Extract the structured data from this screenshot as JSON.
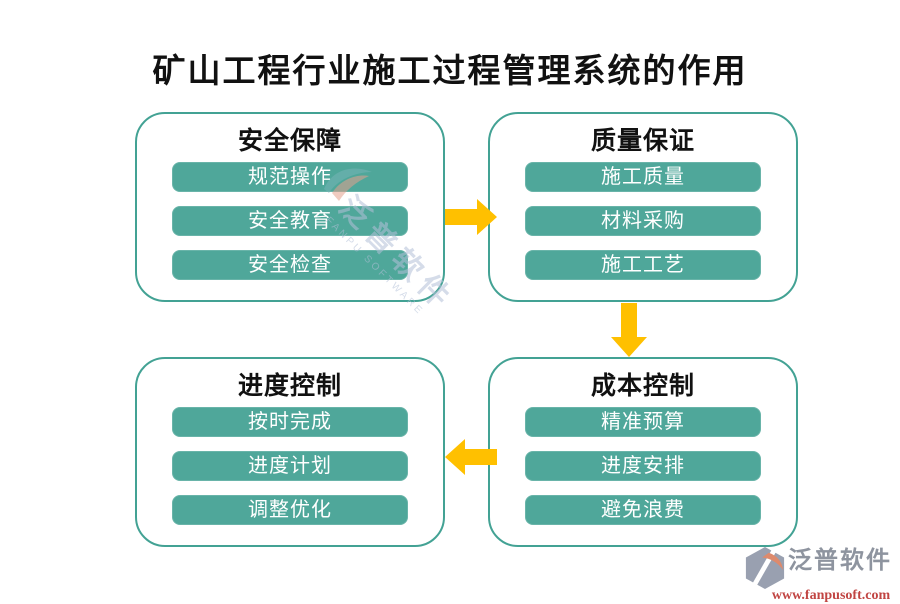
{
  "title": "矿山工程行业施工过程管理系统的作用",
  "boxes": [
    {
      "id": "safety",
      "header": "安全保障",
      "items": [
        "规范操作",
        "安全教育",
        "安全检查"
      ]
    },
    {
      "id": "quality",
      "header": "质量保证",
      "items": [
        "施工质量",
        "材料采购",
        "施工工艺"
      ]
    },
    {
      "id": "progress",
      "header": "进度控制",
      "items": [
        "按时完成",
        "进度计划",
        "调整优化"
      ]
    },
    {
      "id": "cost",
      "header": "成本控制",
      "items": [
        "精准预算",
        "进度安排",
        "避免浪费"
      ]
    }
  ],
  "arrows": [
    {
      "from": "safety",
      "to": "quality",
      "direction": "right"
    },
    {
      "from": "quality",
      "to": "cost",
      "direction": "down"
    },
    {
      "from": "cost",
      "to": "progress",
      "direction": "left"
    }
  ],
  "watermark": {
    "text": "泛普软件",
    "subtext": "FANPU SOFTWARE"
  },
  "footer": {
    "brand": "泛普软件",
    "url": "www.fanpusoft.com"
  },
  "colors": {
    "box_border_teal": "#43a294",
    "pill_teal": "#4fa79a",
    "arrow_yellow": "#FFC000",
    "title_text": "#111111",
    "pill_text": "#ffffff",
    "watermark_blue": "#b3c0d8",
    "footer_gray": "#8e949f",
    "footer_red": "#c14543"
  }
}
